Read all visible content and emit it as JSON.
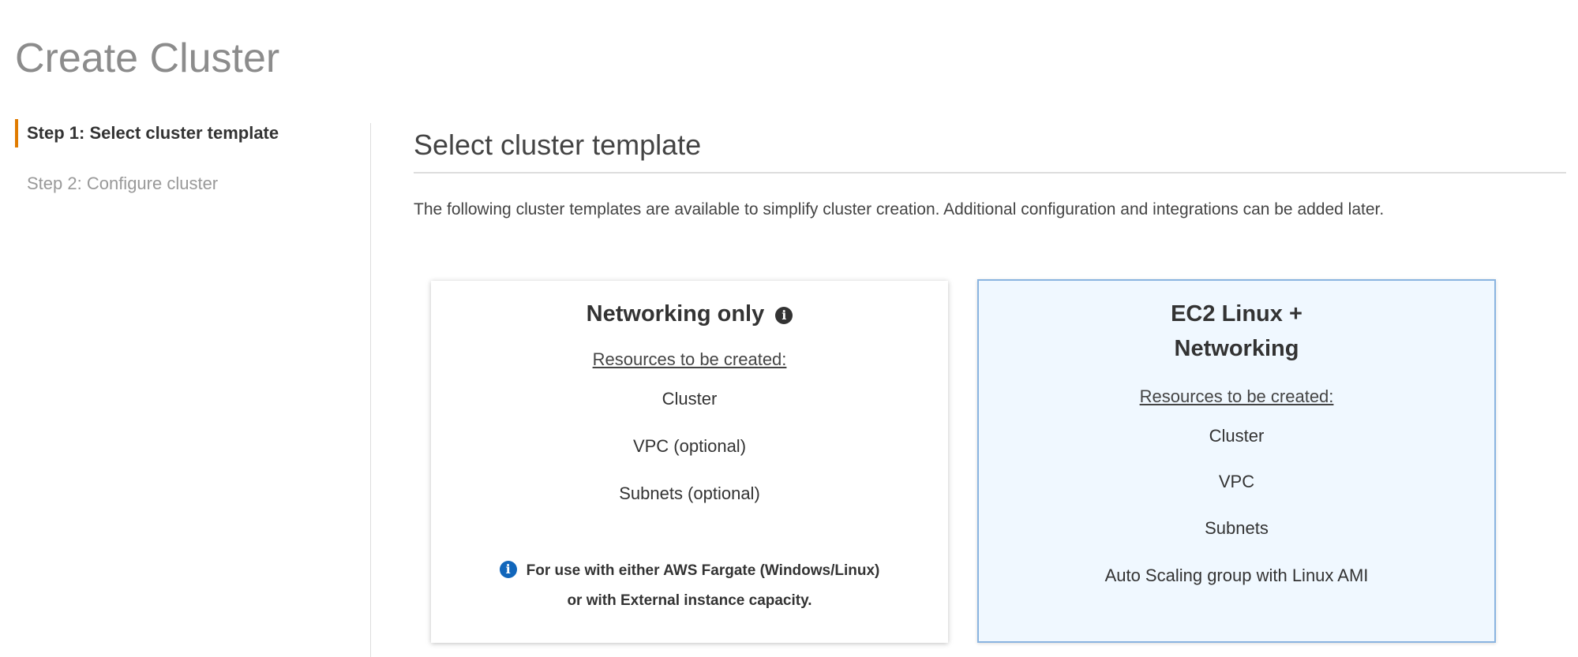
{
  "page": {
    "title": "Create Cluster"
  },
  "steps": [
    {
      "label": "Step 1: Select cluster template",
      "active": true
    },
    {
      "label": "Step 2: Configure cluster",
      "active": false
    }
  ],
  "section": {
    "title": "Select cluster template",
    "description": "The following cluster templates are available to simplify cluster creation. Additional configuration and integrations can be added later."
  },
  "cards": [
    {
      "title": "Networking only",
      "info_icon": "info-circle-icon",
      "resources_label": "Resources to be created:",
      "items": [
        "Cluster",
        "VPC (optional)",
        "Subnets (optional)"
      ],
      "note_line1": "For use with either AWS Fargate (Windows/Linux)",
      "note_line2": "or with External instance capacity.",
      "selected": false
    },
    {
      "title_line1": "EC2 Linux +",
      "title_line2": "Networking",
      "resources_label": "Resources to be created:",
      "items": [
        "Cluster",
        "VPC",
        "Subnets",
        "Auto Scaling group with Linux AMI"
      ],
      "selected": true
    }
  ],
  "colors": {
    "accent": "#e07b00",
    "selected_bg": "#f0f8ff",
    "selected_border": "#8ab4e0",
    "info_blue": "#1166bb"
  }
}
